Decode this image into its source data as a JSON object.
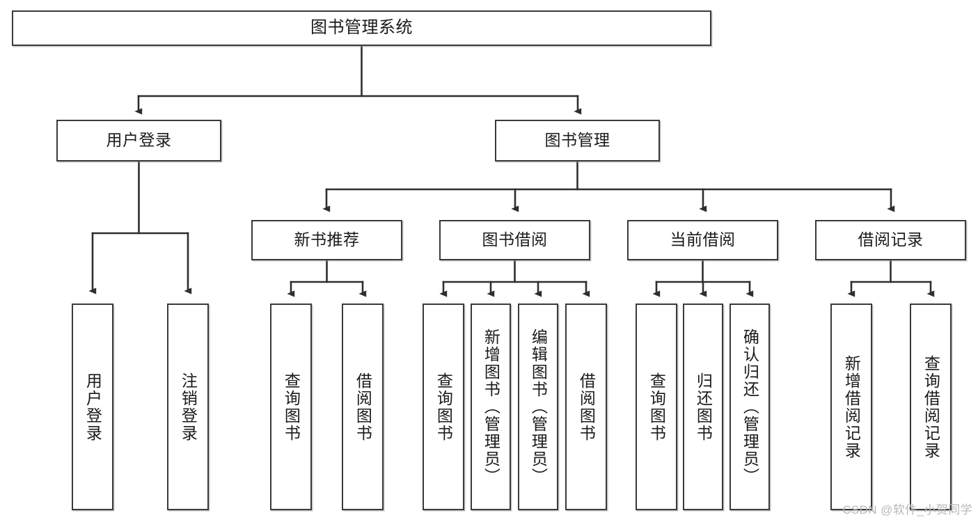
{
  "diagram": {
    "title": "图书管理系统",
    "type": "tree-hierarchy-chart",
    "orientation": "top-down",
    "colors": {
      "box_border": "#3a3a3a",
      "box_fill": "#ffffff",
      "edge": "#2e2e2e",
      "text": "#1a1a1a",
      "watermark": "#b8b8b8",
      "background": "#ffffff"
    }
  },
  "nodes": {
    "root": {
      "label": "图书管理系统"
    },
    "level2": [
      {
        "id": "user-login",
        "label": "用户登录"
      },
      {
        "id": "book-management",
        "label": "图书管理"
      }
    ],
    "level3": [
      {
        "id": "new-book-recommend",
        "label": "新书推荐"
      },
      {
        "id": "book-borrow",
        "label": "图书借阅"
      },
      {
        "id": "current-borrow",
        "label": "当前借阅"
      },
      {
        "id": "borrow-record",
        "label": "借阅记录"
      }
    ],
    "leaves": {
      "user_login": [
        {
          "id": "leaf-user-login",
          "label": "用户登录"
        },
        {
          "id": "leaf-user-logout",
          "label": "注销登录"
        }
      ],
      "new_book_recommend": [
        {
          "id": "leaf-query-book-1",
          "label": "查询图书"
        },
        {
          "id": "leaf-borrow-book-1",
          "label": "借阅图书"
        }
      ],
      "book_borrow": [
        {
          "id": "leaf-query-book-2",
          "label": "查询图书"
        },
        {
          "id": "leaf-add-book",
          "label": "新增图书（管理员）"
        },
        {
          "id": "leaf-edit-book",
          "label": "编辑图书（管理员）"
        },
        {
          "id": "leaf-borrow-book-2",
          "label": "借阅图书"
        }
      ],
      "current_borrow": [
        {
          "id": "leaf-query-book-3",
          "label": "查询图书"
        },
        {
          "id": "leaf-return-book",
          "label": "归还图书"
        },
        {
          "id": "leaf-confirm-return",
          "label": "确认归还（管理员）"
        }
      ],
      "borrow_record": [
        {
          "id": "leaf-add-record",
          "label": "新增借阅记录"
        },
        {
          "id": "leaf-query-record",
          "label": "查询借阅记录"
        }
      ]
    }
  },
  "watermark": {
    "text": "CSDN @软件_小贺同学"
  }
}
